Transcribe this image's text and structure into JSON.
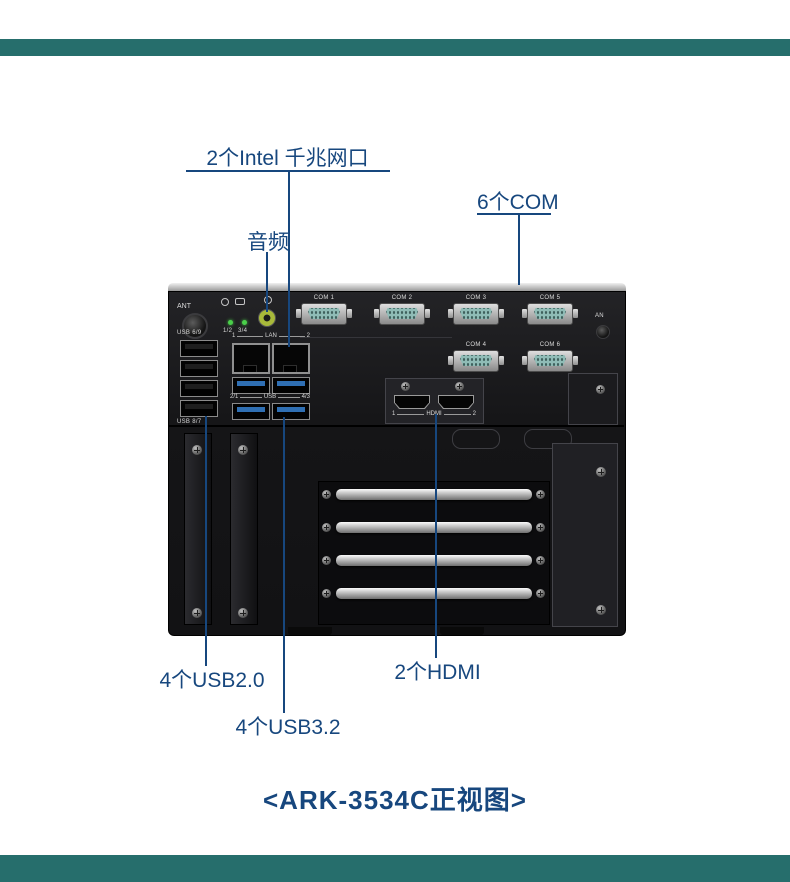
{
  "banners": {
    "color": "#266e6c"
  },
  "annotations": {
    "color": "#17477e",
    "lan": "2个Intel 千兆网口",
    "audio": "音频",
    "com": "6个COM",
    "usb2": "4个USB2.0",
    "usb3": "4个USB3.2",
    "hdmi": "2个HDMI"
  },
  "caption": "<ARK-3534C正视图>",
  "device": {
    "ant_label": "ANT",
    "an_label": "AN",
    "led_labels": [
      "1/2",
      "3/4"
    ],
    "usb2_label_top": "USB 6/9",
    "usb2_label_bottom": "USB 8/7",
    "lan_group": {
      "n1": "1",
      "name": "LAN",
      "n2": "2"
    },
    "usb3_group": {
      "n1": "2/1",
      "name": "USB",
      "n2": "4/3"
    },
    "hdmi_group": {
      "n1": "1",
      "name": "HDMI",
      "n2": "2"
    },
    "com_labels": [
      "COM 1",
      "COM 2",
      "COM 3",
      "COM 5",
      "COM 4",
      "COM 6"
    ],
    "colors": {
      "com_insert": "#8fbcb6",
      "usb3": "#2f6fb3",
      "audio_jack": "#a8b93a",
      "led": "#4ad04a"
    }
  }
}
